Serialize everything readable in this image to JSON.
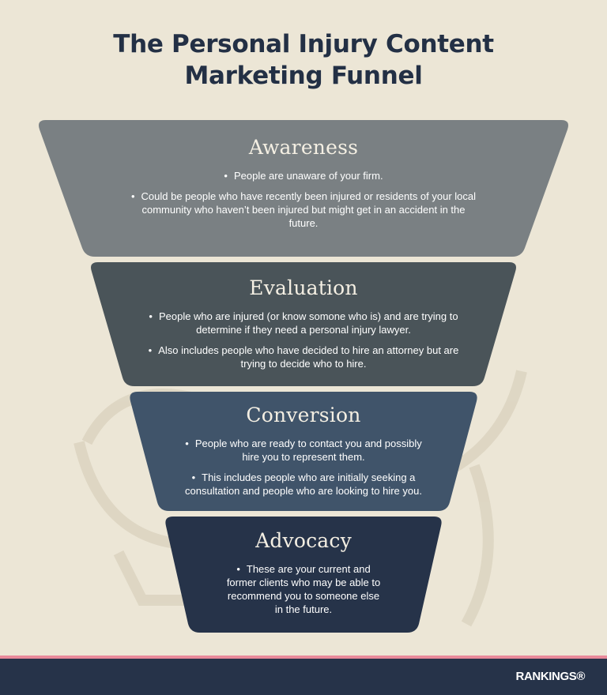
{
  "title": {
    "line1": "The Personal Injury Content",
    "line2": "Marketing Funnel"
  },
  "stages": [
    {
      "heading": "Awareness",
      "color": "#7a8083",
      "bullets": [
        "People are unaware of your firm.",
        "Could be people who have recently been injured or residents of your local community who haven’t been injured but might get in an accident in the future."
      ]
    },
    {
      "heading": "Evaluation",
      "color": "#4a5459",
      "bullets": [
        "People who are injured (or know somone who is) and are trying to determine if they need a personal injury lawyer.",
        "Also includes people who have decided to hire an attorney but are trying to decide who to hire."
      ]
    },
    {
      "heading": "Conversion",
      "color": "#40546a",
      "bullets": [
        "People who are ready to contact you and possibly hire you to represent them.",
        "This includes people who are initially seeking a consultation and people who are looking to hire you."
      ]
    },
    {
      "heading": "Advocacy",
      "color": "#263349",
      "bullets": [
        "These are your current and former clients who may be able to recommend you to someone else in the future."
      ]
    }
  ],
  "footer": {
    "logo": "RANKINGS®"
  },
  "colors": {
    "background": "#ece6d6",
    "title": "#233045",
    "stripe": "#e8899a",
    "footer": "#263349"
  }
}
